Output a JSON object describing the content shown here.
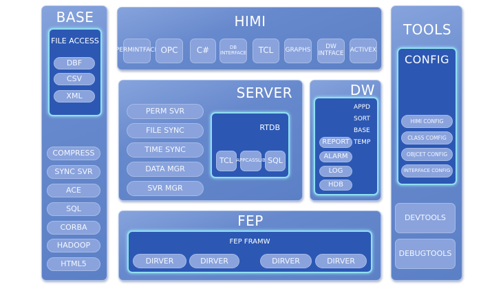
{
  "base": {
    "title": "BASE",
    "file_access": {
      "title": "FILE ACCESS",
      "items": [
        "DBF",
        "CSV",
        "XML"
      ]
    },
    "items": [
      "COMPRESS",
      "SYNC SVR",
      "ACE",
      "SQL",
      "CORBA",
      "HADOOP",
      "HTML5"
    ]
  },
  "himi": {
    "title": "HIMI",
    "items": [
      [
        "PERM",
        "INTFACE"
      ],
      [
        "OPC"
      ],
      [
        "C#"
      ],
      [
        "DB",
        "INTERFACE"
      ],
      [
        "TCL"
      ],
      [
        "GRAPHS"
      ],
      [
        "DW",
        "INTFACE"
      ],
      [
        "ACTIVEX"
      ]
    ]
  },
  "server": {
    "title": "SERVER",
    "items": [
      "PERM SVR",
      "FILE SYNC",
      "TIME SYNC",
      "DATA MGR",
      "SVR MGR"
    ],
    "rtdb": {
      "title": "RTDB",
      "items": [
        [
          "TCL"
        ],
        [
          "APP",
          "CASSLIB"
        ],
        [
          "SQL"
        ]
      ]
    }
  },
  "dw": {
    "title": "DW",
    "labels": [
      "APPD",
      "SORT",
      "BASE",
      "TEMP"
    ],
    "items": [
      "REPORT",
      "ALARM",
      "LOG",
      "HDB"
    ]
  },
  "tools": {
    "title": "TOOLS",
    "config": {
      "title": "CONFIG",
      "items": [
        "HIMI CONFIG",
        "CLASS COMFIG",
        "OBJCET CONFIG",
        "INTERFACE CONFIG"
      ]
    },
    "dev": [
      "DEV",
      "TOOLS"
    ],
    "debug": [
      "DEBUG",
      "TOOLS"
    ]
  },
  "fep": {
    "title": "FEP",
    "framework": {
      "title": "FEP FRAMW",
      "items": [
        "DIRVER",
        "DIRVER",
        "DIRVER",
        "DIRVER"
      ]
    }
  }
}
